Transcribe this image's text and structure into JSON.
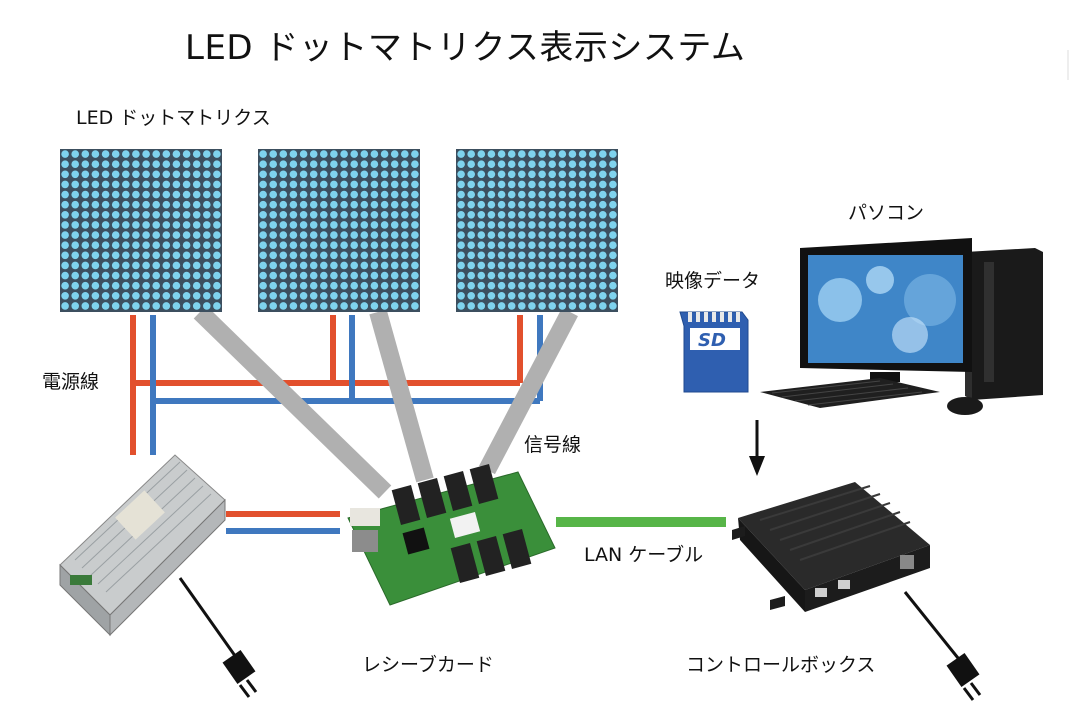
{
  "title": "LED ドットマトリクス表示システム",
  "labels": {
    "led_matrix": "LED ドットマトリクス",
    "power_line": "電源線",
    "signal_line": "信号線",
    "pc": "パソコン",
    "video_data": "映像データ",
    "lan_cable": "LAN ケーブル",
    "receiver_card": "レシーブカード",
    "control_box": "コントロールボックス"
  },
  "sd_card_text": "SD",
  "colors": {
    "led_panel": "#3c4f5f",
    "led_dot": "#7fd3ee",
    "power_red": "#e2502d",
    "power_blue": "#3f78bf",
    "signal_gray": "#b0b0b0",
    "lan_green": "#57b548",
    "pcb_green": "#3a8f3a",
    "box_black": "#1c1c1c",
    "sd_blue": "#2f5fb0"
  },
  "icons": [
    "led-matrix-panel",
    "power-supply",
    "power-plug",
    "receiver-card",
    "control-box",
    "sd-card",
    "desktop-pc",
    "arrow-down"
  ]
}
